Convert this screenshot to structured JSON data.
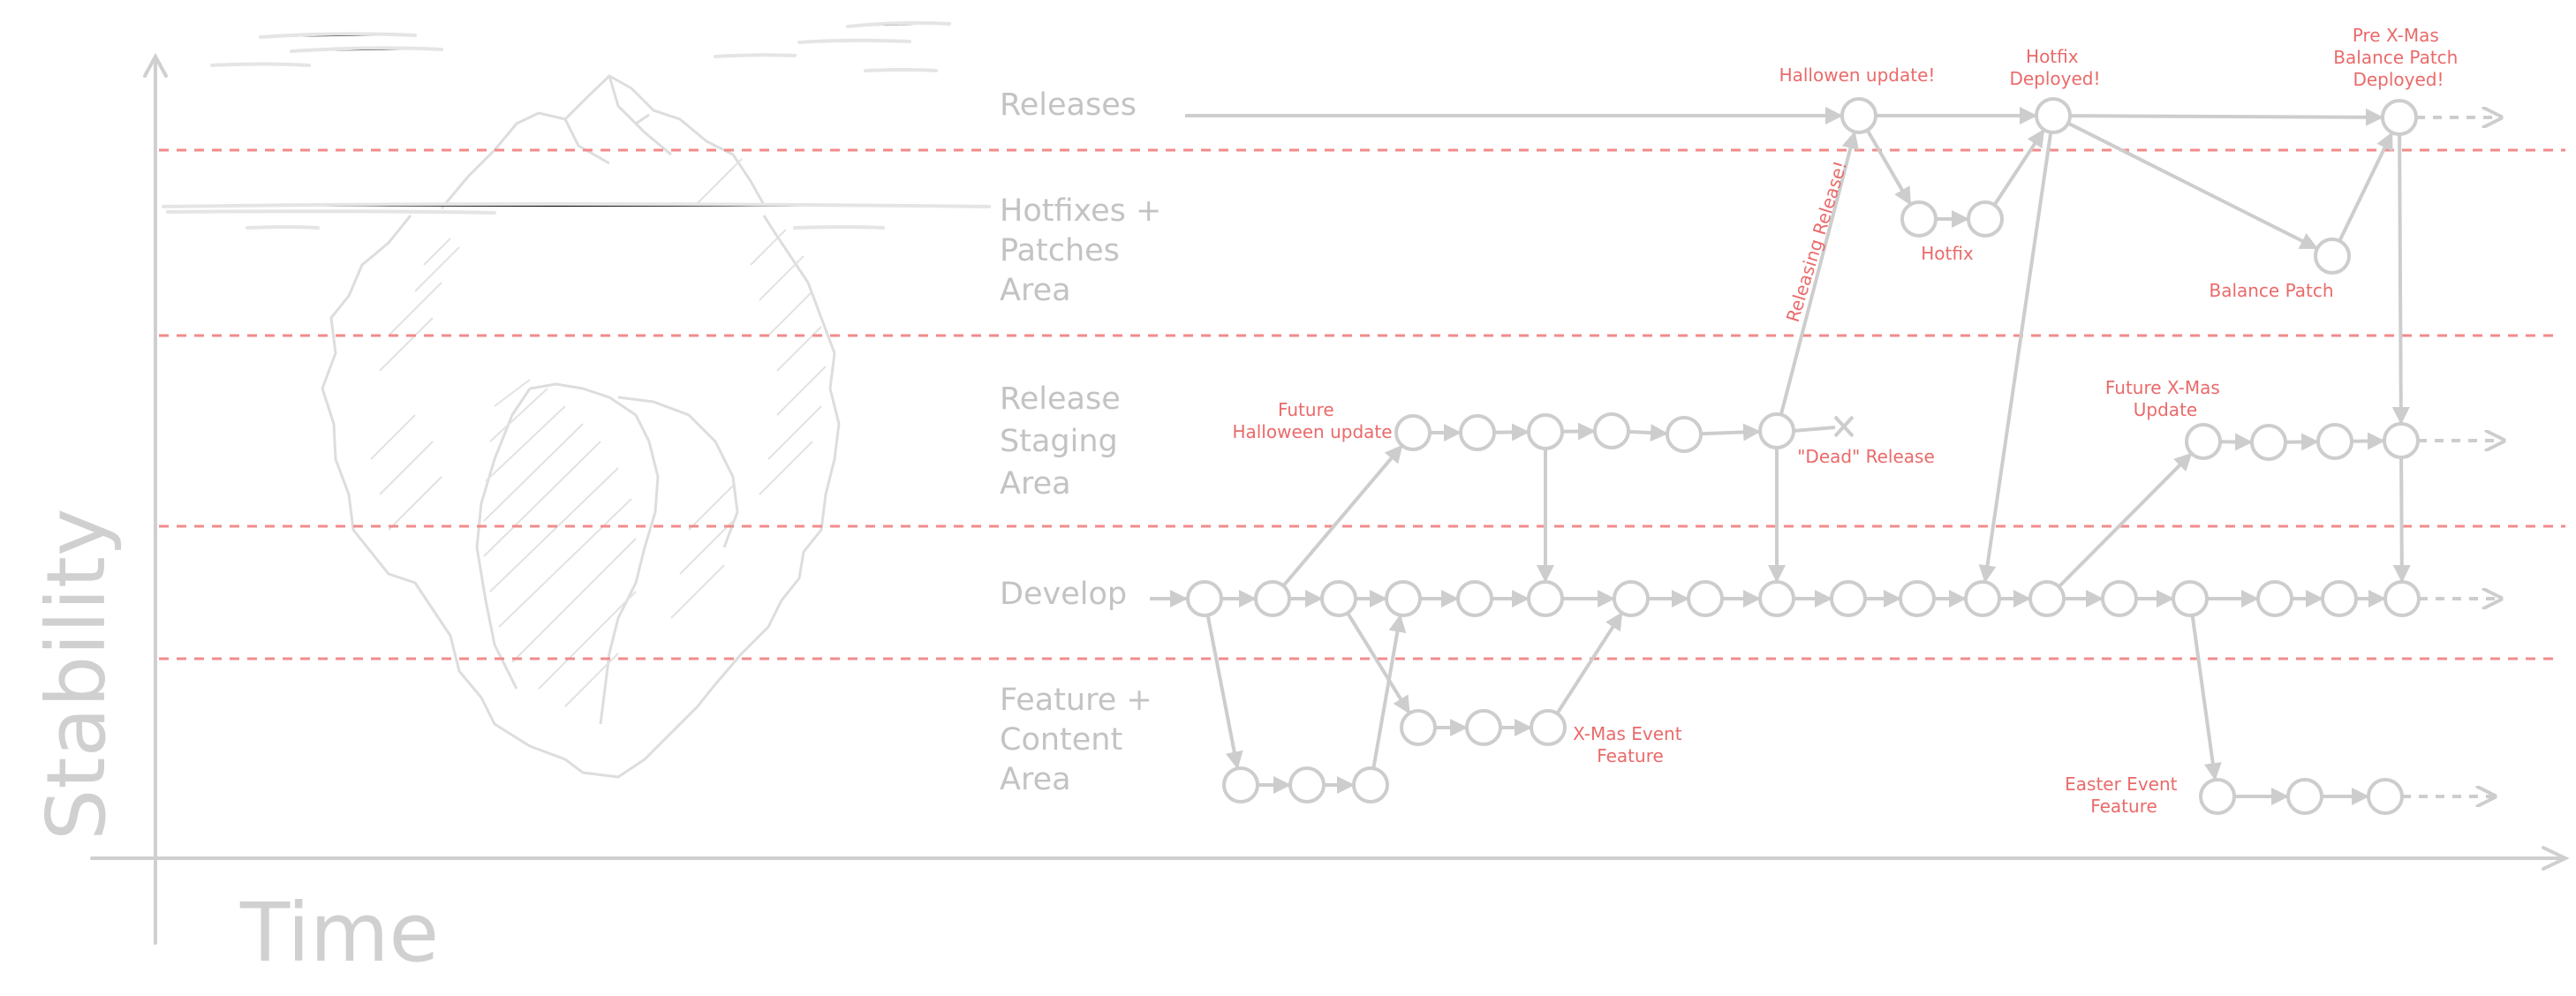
{
  "axes": {
    "y_label": "Stability",
    "x_label": "Time"
  },
  "lanes": [
    {
      "id": "releases",
      "lines": [
        "Releases"
      ]
    },
    {
      "id": "hotfixes",
      "lines": [
        "Hotfixes +",
        "Patches",
        "Area"
      ]
    },
    {
      "id": "staging",
      "lines": [
        "Release",
        "Staging",
        "Area"
      ]
    },
    {
      "id": "develop",
      "lines": [
        "Develop"
      ]
    },
    {
      "id": "feature",
      "lines": [
        "Feature +",
        "Content",
        "Area"
      ]
    }
  ],
  "annotations": {
    "halloween_update": [
      "Hallowen update!"
    ],
    "hotfix_deployed": [
      "Hotfix",
      "Deployed!"
    ],
    "xmas_deployed": [
      "Pre X-Mas",
      "Balance Patch",
      "Deployed!"
    ],
    "releasing_release": [
      "Releasing Release!"
    ],
    "hotfix": [
      "Hotfix"
    ],
    "balance_patch": [
      "Balance Patch"
    ],
    "future_halloween": [
      "Future",
      "Halloween update"
    ],
    "dead_release": [
      "\"Dead\" Release"
    ],
    "future_xmas": [
      "Future X-Mas",
      "Update"
    ],
    "xmas_event": [
      "X-Mas Event",
      "Feature"
    ],
    "easter_event": [
      "Easter Event",
      "Feature"
    ]
  },
  "colors": {
    "band_line": "#f28b8b",
    "annotation": "#ea6a6a",
    "commit_stroke": "#cdcdcd",
    "lane_label": "#c3c3c3",
    "axis": "#cfcfcf"
  },
  "illustration": "iceberg"
}
